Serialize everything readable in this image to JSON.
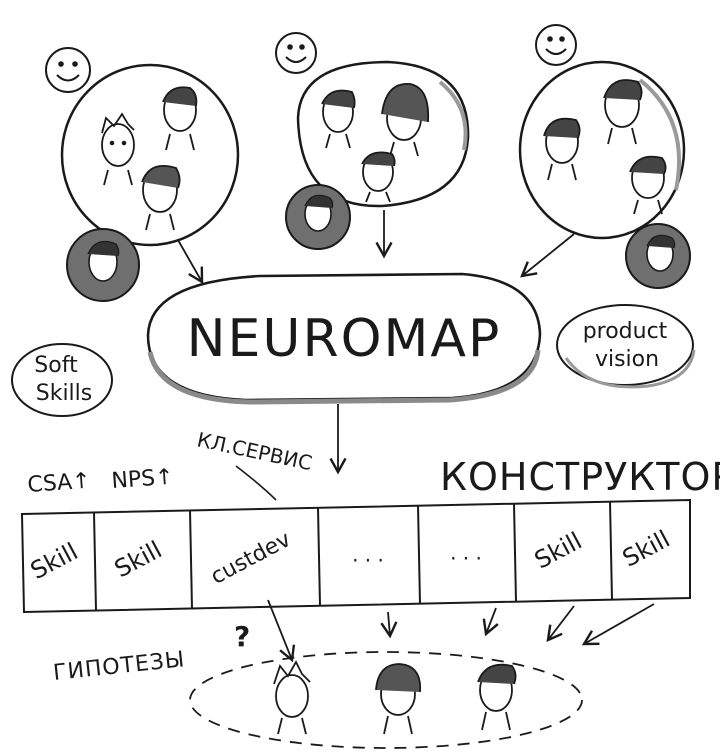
{
  "diagram": {
    "center_label": "NEUROMAP",
    "soft_label_1": "Soft",
    "soft_label_2": "Skills",
    "vision_label_1": "product",
    "vision_label_2": "vision",
    "metric_csa": "CSA↑",
    "metric_nps": "NPS↑",
    "metric_service": "КЛ.СЕРВИС",
    "constructor_label": "КОНСТРУКТОР",
    "hypotheses_label": "ГИПОТЕЗЫ",
    "hypotheses_mark": "?",
    "cells": [
      "Skill",
      "Skill",
      "custdev",
      ". . .",
      ". . .",
      "Skill",
      "Skill"
    ],
    "colors": {
      "ink": "#1a1a1a",
      "shade": "#6f6f6f",
      "light": "#cfcfcf"
    }
  }
}
